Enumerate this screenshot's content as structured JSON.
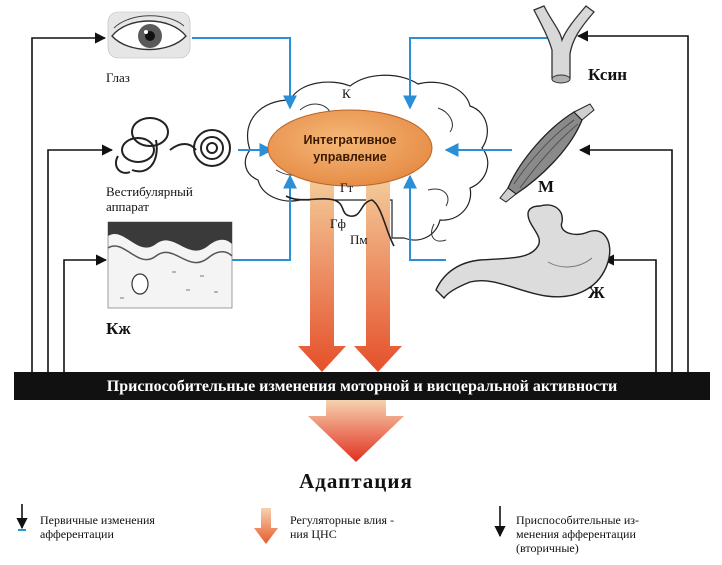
{
  "colors": {
    "afferent_blue": "#2a8fd6",
    "secondary_black": "#111111",
    "core_fill": "#ee9a55",
    "cns_arrow_top": "#f2c08a",
    "cns_arrow_bottom": "#e8552a",
    "banner": "#111111"
  },
  "receptors": {
    "eye": {
      "label": "Глаз",
      "icon": "eye-icon"
    },
    "vestibular": {
      "label_line1": "Вестибулярный",
      "label_line2": "аппарат",
      "icon": "inner-ear-icon"
    },
    "skin": {
      "label": "Кж",
      "icon": "skin-section-icon"
    },
    "vessel": {
      "label": "Ксин",
      "icon": "blood-vessel-icon"
    },
    "muscle": {
      "label": "М",
      "icon": "muscle-icon"
    },
    "stomach": {
      "label": "Ж",
      "icon": "stomach-icon"
    }
  },
  "brain": {
    "cortex_label": "К",
    "core_line1": "Интегративное",
    "core_line2": "управление",
    "hypothalamus_label": "Гт",
    "pituitary_label": "Гф",
    "medulla_label": "Пм"
  },
  "banner": {
    "text": "Приспособительные изменения моторной и висцеральной активности"
  },
  "result": {
    "text": "Адаптация"
  },
  "legend": {
    "primary": {
      "line1": "Первичные изменения",
      "line2": "афферентации"
    },
    "regulatory": {
      "line1": "Регуляторные влия -",
      "line2": "ния ЦНС"
    },
    "secondary": {
      "line1": "Приспособительные из-",
      "line2": "менения афферентации",
      "line3": "(вторичные)"
    }
  }
}
